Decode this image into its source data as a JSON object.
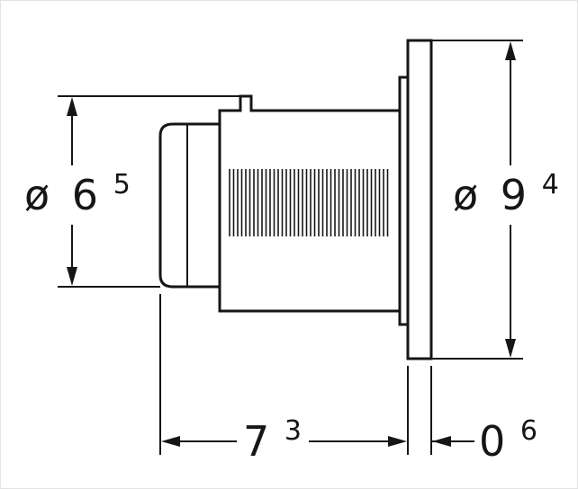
{
  "theme": {
    "line_color": "#161616",
    "background": "#ffffff"
  },
  "drawing": {
    "dim_left_diameter": {
      "symbol": "ø",
      "value": "6",
      "sup": "5"
    },
    "dim_right_diameter": {
      "symbol": "ø",
      "value": "9",
      "sup": "4"
    },
    "dim_depth": {
      "value": "7",
      "sup": "3"
    },
    "dim_plate_thickness": {
      "value": "0",
      "sup": "6"
    }
  }
}
